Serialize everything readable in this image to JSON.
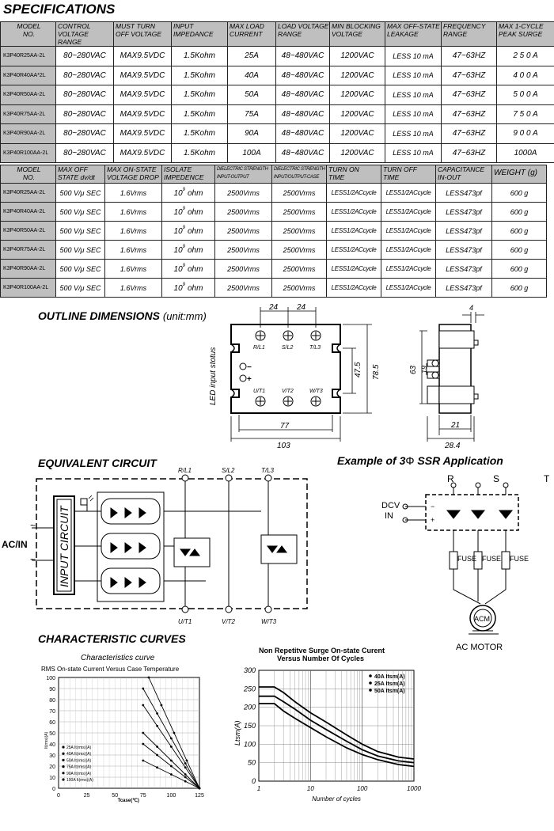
{
  "titles": {
    "specifications": "SPECIFICATIONS",
    "outline": "OUTLINE DIMENSIONS",
    "outline_unit": "(unit:mm)",
    "equivalent": "EQUIVALENT  CIRCUIT",
    "example": "Example of 3",
    "example_phi": "Φ",
    "example_rest": " SSR Application",
    "curves": "CHARACTERISTIC  CURVES"
  },
  "table1": {
    "headers": [
      [
        "MODEL",
        "NO."
      ],
      [
        "CONTROL VOLTAGE",
        "RANGE"
      ],
      [
        "MUST TURN",
        "OFF VOLTAGE"
      ],
      [
        "INPUT",
        "IMPEDANCE"
      ],
      [
        "MAX LOAD",
        "CURRENT"
      ],
      [
        "LOAD VOLTAGE",
        "RANGE"
      ],
      [
        "MIN BLOCKING",
        "VOLTAGE"
      ],
      [
        "MAX OFF-STATE",
        "LEAKAGE"
      ],
      [
        "FREQUENCY",
        "RANGE"
      ],
      [
        "MAX 1-CYCLE",
        "PEAK SURGE"
      ]
    ],
    "rows": [
      [
        "K3P40R25AA-2L",
        "80~280VAC",
        "MAX9.5VDC",
        "1.5Kohm",
        "25A",
        "48~480VAC",
        "1200VAC",
        "LESS 10 mA",
        "47~63HZ",
        "2 5 0 A"
      ],
      [
        "K3P40R40AA*2L",
        "80~280VAC",
        "MAX9.5VDC",
        "1.5Kohm",
        "40A",
        "48~480VAC",
        "1200VAC",
        "LESS 10 mA",
        "47~63HZ",
        "4 0 0 A"
      ],
      [
        "K3P40R50AA-2L",
        "80~280VAC",
        "MAX9.5VDC",
        "1.5Kohm",
        "50A",
        "48~480VAC",
        "1200VAC",
        "LESS 10 mA",
        "47~63HZ",
        "5 0 0 A"
      ],
      [
        "K3P40R75AA-2L",
        "80~280VAC",
        "MAX9.5VDC",
        "1.5Kohm",
        "75A",
        "48~480VAC",
        "1200VAC",
        "LESS 10 mA",
        "47~63HZ",
        "7 5 0 A"
      ],
      [
        "K3P40R90AA-2L",
        "80~280VAC",
        "MAX9.5VDC",
        "1.5Kohm",
        "90A",
        "48~480VAC",
        "1200VAC",
        "LESS 10 mA",
        "47~63HZ",
        "9 0 0 A"
      ],
      [
        "K3P40R100AA-2L",
        "80~280VAC",
        "MAX9.5VDC",
        "1.5Kohm",
        "100A",
        "48~480VAC",
        "1200VAC",
        "LESS 10 mA",
        "47~63HZ",
        "1000A"
      ]
    ]
  },
  "table2": {
    "headers": [
      [
        "MODEL",
        "NO."
      ],
      [
        "MAX OFF",
        "STATE dv/dt"
      ],
      [
        "MAX  ON-STATE",
        "VOLTAGE DROP"
      ],
      [
        "ISOLATE",
        "IMPEDENCE"
      ],
      [
        "DIELECTRIC STRENGTH",
        "INPUT-OUTPUT"
      ],
      [
        "DIELECTRIC STRENGTH",
        "INPUT/OUTPUT-CASE"
      ],
      [
        "TURN ON",
        "TIME"
      ],
      [
        "TURN OFF",
        "TIME"
      ],
      [
        "CAPACITANCE",
        "IN-OUT"
      ],
      [
        "WEIGHT (g)",
        ""
      ]
    ],
    "rows": [
      [
        "K3P40R25AA-2L",
        "500 V/μ SEC",
        "1.6Vrms",
        "10",
        "9",
        "ohm",
        "2500Vrms",
        "2500Vrms",
        "LESS1/2ACcycle",
        "LESS1/2ACcycle",
        "LESS473pf",
        "600 g"
      ],
      [
        "K3P40R40AA-2L",
        "500 V/μ SEC",
        "1.6Vrms",
        "10",
        "9",
        "ohm",
        "2500Vrms",
        "2500Vrms",
        "LESS1/2ACcycle",
        "LESS1/2ACcycle",
        "LESS473pf",
        "600 g"
      ],
      [
        "K3P40R50AA-2L",
        "500 V/μ SEC",
        "1.6Vrms",
        "10",
        "9",
        "ohm",
        "2500Vrms",
        "2500Vrms",
        "LESS1/2ACcycle",
        "LESS1/2ACcycle",
        "LESS473pf",
        "600 g"
      ],
      [
        "K3P40R75AA-2L",
        "500 V/μ SEC",
        "1.6Vrms",
        "10",
        "9",
        "ohm",
        "2500Vrms",
        "2500Vrms",
        "LESS1/2ACcycle",
        "LESS1/2ACcycle",
        "LESS473pf",
        "600 g"
      ],
      [
        "K3P40R90AA-2L",
        "500 V/μ SEC",
        "1.6Vrms",
        "10",
        "9",
        "ohm",
        "2500Vrms",
        "2500Vrms",
        "LESS1/2ACcycle",
        "LESS1/2ACcycle",
        "LESS473pf",
        "600 g"
      ],
      [
        "K3P40R100AA-2L",
        "500 V/μ SEC",
        "1.6Vrms",
        "10",
        "9",
        "ohm",
        "2500Vrms",
        "2500Vrms",
        "LESS1/2ACcycle",
        "LESS1/2ACcycle",
        "LESS473pf",
        "600 g"
      ]
    ]
  },
  "outline": {
    "led_label": "LED input stotus",
    "terminals_top": [
      "R/L1",
      "S/L2",
      "T/L3"
    ],
    "terminals_bottom": [
      "U/T1",
      "V/T2",
      "W/T3"
    ],
    "minus": "−",
    "plus": "+",
    "dims": {
      "pitch1": "24",
      "pitch2": "24",
      "h_inner": "47.5",
      "h_outer": "78.5",
      "w_inner": "77",
      "w_outer": "103",
      "side_h": "63",
      "side_gap": "19",
      "side_depth": "21",
      "side_total": "28.4",
      "side_top": "4"
    }
  },
  "circuit": {
    "ac_in": "AC/IN",
    "input_circuit": "INPUT CIRCUIT",
    "tilde": "~",
    "top_labels": [
      "R/L1",
      "S/L2",
      "T/L3"
    ],
    "bottom_labels": [
      "U/T1",
      "V/T2",
      "W/T3"
    ]
  },
  "application": {
    "phases": [
      "R",
      "S",
      "T"
    ],
    "dcv": "DCV",
    "in": "IN",
    "minus": "−",
    "plus": "+",
    "fuse": "FUSE",
    "acm": "ACM",
    "motor": "AC  MOTOR"
  },
  "chart_data": [
    {
      "type": "line",
      "title": "Characteristics  curve",
      "subtitle": "RMS   On-state    Current   Versus   Case   Temperature",
      "xlabel": "Tcase(℃)",
      "ylabel": "It(rms)(A)",
      "xlim": [
        0,
        125
      ],
      "ylim": [
        0,
        100
      ],
      "xticks": [
        "0",
        "25",
        "50",
        "75",
        "100",
        "125"
      ],
      "yticks": [
        "0",
        "10",
        "20",
        "30",
        "40",
        "50",
        "60",
        "70",
        "80",
        "90",
        "100"
      ],
      "legend": [
        "25A It(rms)(A)",
        "40A It(rms)(A)",
        "50A It(rms)(A)",
        "75A It(rms)(A)",
        "90A It(rms)(A)",
        "100A It(rms)(A)"
      ],
      "series": [
        {
          "name": "25A It(rms)(A)",
          "x": [
            75,
            125
          ],
          "y": [
            25,
            0
          ]
        },
        {
          "name": "40A It(rms)(A)",
          "x": [
            75,
            125
          ],
          "y": [
            40,
            0
          ]
        },
        {
          "name": "50A It(rms)(A)",
          "x": [
            75,
            125
          ],
          "y": [
            50,
            0
          ]
        },
        {
          "name": "75A It(rms)(A)",
          "x": [
            75,
            125
          ],
          "y": [
            75,
            0
          ]
        },
        {
          "name": "90A It(rms)(A)",
          "x": [
            75,
            125
          ],
          "y": [
            90,
            0
          ]
        },
        {
          "name": "100A It(rms)(A)",
          "x": [
            80,
            125
          ],
          "y": [
            100,
            0
          ]
        }
      ]
    },
    {
      "type": "line",
      "title": "Non  Repetitve  Surge  On-state  Curent",
      "subtitle": "Versus  Number  Of  Cycles",
      "xlabel": "Number of cycles",
      "ylabel": "Ltsm(A)",
      "xscale": "log",
      "xlim": [
        1,
        1000
      ],
      "ylim": [
        0,
        300
      ],
      "xticks": [
        "1",
        "10",
        "100",
        "1000"
      ],
      "yticks": [
        "0",
        "50",
        "100",
        "150",
        "200",
        "250",
        "300"
      ],
      "legend": [
        "40A Itsm(A)",
        "25A Itsm(A)",
        "50A Itsm(A)"
      ],
      "series": [
        {
          "name": "40A Itsm(A)",
          "x": [
            1,
            2,
            3,
            5,
            10,
            20,
            50,
            100,
            200,
            500,
            1000
          ],
          "y": [
            255,
            255,
            240,
            215,
            185,
            160,
            125,
            100,
            80,
            65,
            60
          ]
        },
        {
          "name": "25A Itsm(A)",
          "x": [
            1,
            2,
            3,
            5,
            10,
            20,
            50,
            100,
            200,
            500,
            1000
          ],
          "y": [
            230,
            230,
            215,
            195,
            165,
            140,
            108,
            85,
            68,
            55,
            50
          ]
        },
        {
          "name": "50A Itsm(A)",
          "x": [
            1,
            2,
            3,
            5,
            10,
            20,
            50,
            100,
            200,
            500,
            1000
          ],
          "y": [
            210,
            210,
            190,
            170,
            145,
            120,
            90,
            72,
            58,
            45,
            40
          ]
        }
      ]
    }
  ]
}
